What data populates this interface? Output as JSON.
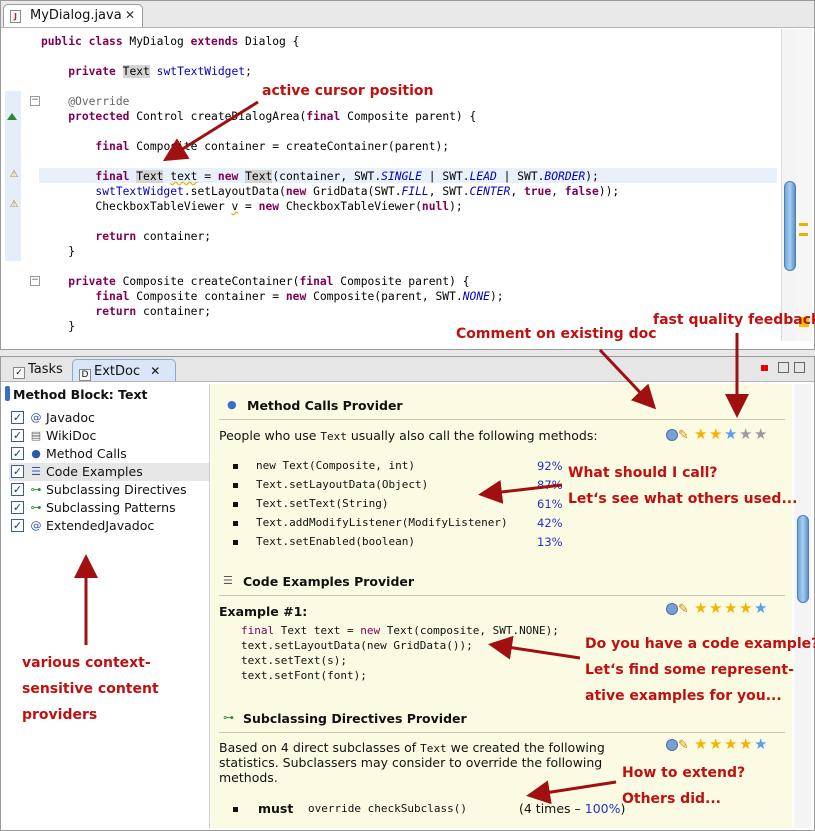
{
  "editor": {
    "tab_label": "MyDialog.java",
    "file_icon": "java-file-icon",
    "close_icon": "close-icon",
    "lines": [
      "public class MyDialog extends Dialog {",
      "    private Text swtTextWidget;",
      "    @Override",
      "    protected Control createDialogArea(final Composite parent) {",
      "        final Composite container = createContainer(parent);",
      "        final Text text = new Text(container, SWT.SINGLE | SWT.LEAD | SWT.BORDER);",
      "        swtTextWidget.setLayoutData(new GridData(SWT.FILL, SWT.CENTER, true, false));",
      "        CheckboxTableViewer v = new CheckboxTableViewer(null);",
      "        return container;",
      "    }",
      "    private Composite createContainer(final Composite parent) {",
      "        final Composite container = new Composite(parent, SWT.NONE);",
      "        return container;",
      "    }"
    ]
  },
  "views": {
    "tabs": [
      "Tasks",
      "ExtDoc"
    ],
    "active_tab": "ExtDoc",
    "close_icon": "close-icon"
  },
  "tree": {
    "header": "Method Block: Text",
    "items": [
      {
        "label": "Javadoc",
        "icon": "at-icon",
        "checked": true
      },
      {
        "label": "WikiDoc",
        "icon": "page-icon",
        "checked": true
      },
      {
        "label": "Method Calls",
        "icon": "dot-icon",
        "checked": true
      },
      {
        "label": "Code Examples",
        "icon": "list-icon",
        "checked": true,
        "selected": true
      },
      {
        "label": "Subclassing Directives",
        "icon": "hierarchy-icon",
        "checked": true
      },
      {
        "label": "Subclassing Patterns",
        "icon": "hierarchy-icon",
        "checked": true
      },
      {
        "label": "ExtendedJavadoc",
        "icon": "at-icon",
        "checked": true
      }
    ]
  },
  "content": {
    "method_calls": {
      "title": "Method Calls Provider",
      "intro_prefix": "People who use ",
      "intro_code": "Text",
      "intro_suffix": " usually also call the following methods:",
      "rating": {
        "stars": [
          2.5,
          2
        ],
        "of": 5
      },
      "methods": [
        {
          "name": "new Text(Composite, int)",
          "pct": "92%"
        },
        {
          "name": "Text.setLayoutData(Object)",
          "pct": "87%"
        },
        {
          "name": "Text.setText(String)",
          "pct": "61%"
        },
        {
          "name": "Text.addModifyListener(ModifyListener)",
          "pct": "42%"
        },
        {
          "name": "Text.setEnabled(boolean)",
          "pct": "13%"
        }
      ]
    },
    "code_examples": {
      "title": "Code Examples Provider",
      "example_label": "Example #1:",
      "rating": {
        "stars": 4,
        "of": 5
      },
      "code": [
        "final Text text = new Text(composite, SWT.NONE);",
        "text.setLayoutData(new GridData());",
        "text.setText(s);",
        "text.setFont(font);"
      ]
    },
    "subclassing": {
      "title": "Subclassing Directives Provider",
      "intro_prefix": "Based on 4 direct subclasses of ",
      "intro_code": "Text",
      "intro_suffix": " we created the following",
      "intro_line2": "statistics. Subclassers may consider to override the following",
      "intro_line3": "methods.",
      "rating": {
        "stars": 4,
        "of": 5
      },
      "row": {
        "kind": "must",
        "text": "override checkSubclass()",
        "count_prefix": "(4 times – ",
        "pct": "100%",
        "count_suffix": ")"
      }
    }
  },
  "callouts": {
    "cursor": "active cursor position",
    "feedback": "fast quality feedback",
    "comment": "Comment on existing doc",
    "what_call_1": "What should I call?",
    "what_call_2": "Let‘s see what others used...",
    "example_1": "Do you have a code example?",
    "example_2": "Let‘s find some represent-",
    "example_3": "ative examples for you...",
    "extend_1": "How to extend?",
    "extend_2": "Others did...",
    "providers_1": "various context-",
    "providers_2": "sensitive content",
    "providers_3": "providers"
  },
  "colors": {
    "keyword": "#7f0055",
    "field": "#0000c0",
    "callout": "#c01010",
    "content_bg": "#fbfbe4",
    "star": "#f2b400",
    "star_blue": "#5a9fe8"
  }
}
